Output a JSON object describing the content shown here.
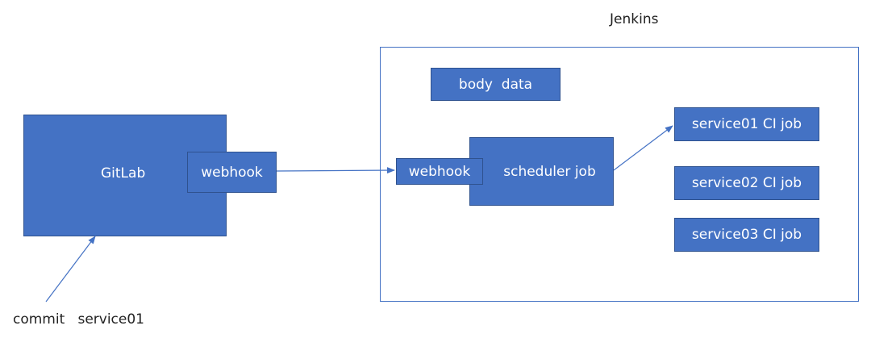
{
  "colors": {
    "box_fill": "#4472c4",
    "box_border": "#2f528f",
    "frame_border": "#4472c4",
    "arrow": "#4472c4",
    "text_dark": "#222222",
    "text_light": "#ffffff"
  },
  "jenkins": {
    "title": "Jenkins",
    "body_data": "body  data",
    "webhook": "webhook",
    "scheduler_job": "scheduler job",
    "jobs": [
      "service01 CI job",
      "service02 CI job",
      "service03 CI job"
    ]
  },
  "gitlab": {
    "title": "GitLab",
    "webhook": "webhook"
  },
  "commit_label": "commit   service01"
}
